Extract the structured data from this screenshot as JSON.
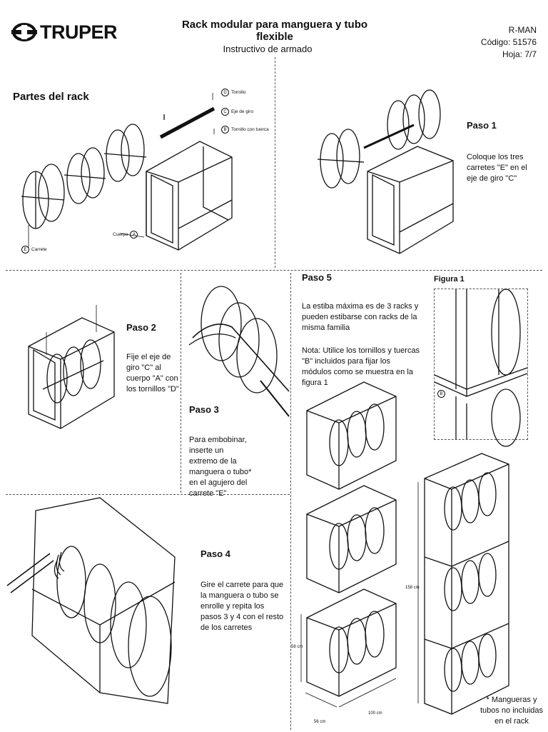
{
  "brand": {
    "name": "TRUPER"
  },
  "header": {
    "title": "Rack modular para manguera y tubo flexible",
    "subtitle": "Instructivo de armado",
    "model": "R-MAN",
    "code": "Código: 51576",
    "page": "Hoja: 7/7"
  },
  "parts": {
    "title": "Partes del rack",
    "labels": [
      {
        "letter": "D",
        "text": "Tornillo"
      },
      {
        "letter": "C",
        "text": "Eje de giro"
      },
      {
        "letter": "B",
        "text": "Tornillo con tuerca"
      },
      {
        "letter": "A",
        "text": "Cuerpo"
      },
      {
        "letter": "E",
        "text": "Carrete"
      }
    ]
  },
  "steps": {
    "paso1": {
      "title": "Paso 1",
      "text": "Coloque los tres carretes \"E\" en el eje de giro \"C\""
    },
    "paso2": {
      "title": "Paso 2",
      "text": "Fije el eje de giro \"C\" al cuerpo \"A\" con los tornillos \"D\""
    },
    "paso3": {
      "title": "Paso 3",
      "text": "Para embobinar, inserte un extremo de la manguera o tubo* en el agujero del carrete \"E\""
    },
    "paso4": {
      "title": "Paso 4",
      "text": "Gire el carrete  para que la manguera o tubo se enrolle y repita los pasos 3 y 4 con el resto de los carretes"
    },
    "paso5": {
      "title": "Paso 5",
      "text": "La estiba máxima es de 3 racks y pueden estibarse con racks de la misma familia",
      "note": "Nota: Utilice los tornillos y tuercas \"B\" incluidos para fijar los módulos como se muestra en la figura 1"
    }
  },
  "figure": {
    "title": "Figura 1",
    "label": "B"
  },
  "dimensions": {
    "height_one": "58 cm",
    "depth": "56 cm",
    "width": "100 cm",
    "height_total": "158 cm"
  },
  "footnote": "* Mangueras y tubos no incluidas en el rack"
}
